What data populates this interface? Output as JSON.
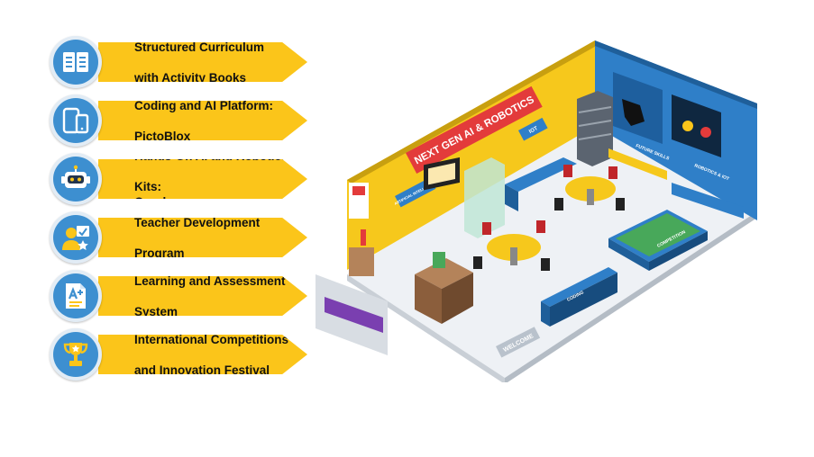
{
  "features": [
    {
      "line1": "Structured Curriculum",
      "line2": "with Activity Books",
      "line2_underlined": "",
      "icon": "book-icon"
    },
    {
      "line1": "Coding and AI Platform:",
      "line2": "",
      "line2_underlined": "PictoBlox",
      "icon": "devices-icon"
    },
    {
      "line1": "Hands-On AI and Robotics",
      "line2": "Kits: ",
      "line2_underlined": "Quarky",
      "icon": "robot-icon"
    },
    {
      "line1": "Teacher Development",
      "line2": "Program",
      "line2_underlined": "",
      "icon": "teacher-icon"
    },
    {
      "line1": "Learning and Assessment",
      "line2": "System",
      "line2_underlined": "",
      "icon": "grade-document-icon"
    },
    {
      "line1": "International Competitions",
      "line2": "and Innovation Festival",
      "line2_underlined": "",
      "icon": "trophy-icon"
    }
  ],
  "room": {
    "banner_text": "NEXT GEN AI & ROBOTICS",
    "sign_ai": "ARTIFICIAL INTELLIGENCE",
    "sign_iot": "IOT",
    "sign_future": "FUTURE SKILLS",
    "sign_robotics": "ROBOTICS & IOT",
    "sign_coding": "CODING",
    "sign_competition": "COMPETITION",
    "floor_welcome": "WELCOME"
  },
  "colors": {
    "banner": "#fbc51a",
    "circle": "#3d8fd0",
    "wall_yellow": "#f6c81c",
    "wall_blue": "#2f7fc8",
    "accent_red": "#e33b3b"
  }
}
